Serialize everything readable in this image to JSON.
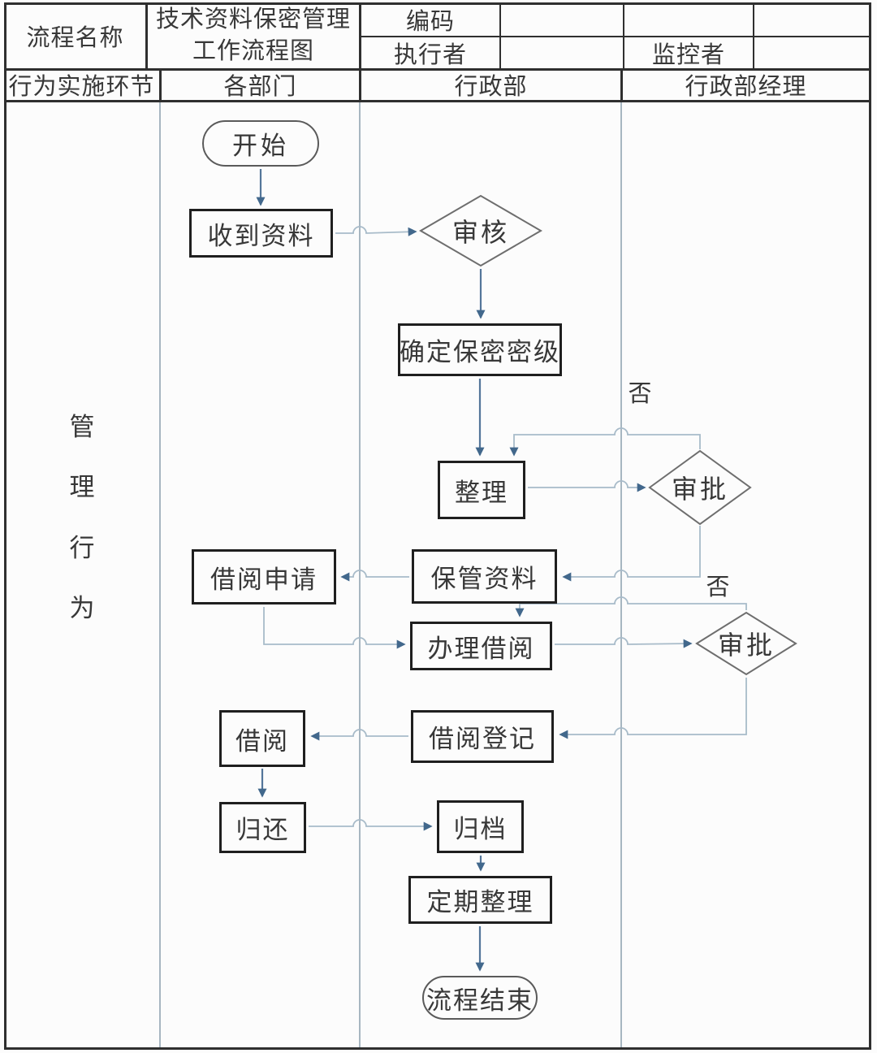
{
  "document_title": "技术资料保密管理工作流程图",
  "header": {
    "process_name_label": "流程名称",
    "process_title_line1": "技术资料保密管理",
    "process_title_line2": "工作流程图",
    "code_label": "编码",
    "code_value": "",
    "executor_label": "执行者",
    "executor_value": "",
    "monitor_label": "监控者",
    "monitor_value": ""
  },
  "columns": {
    "c0": "行为实施环节",
    "c1": "各部门",
    "c2": "行政部",
    "c3": "行政部经理"
  },
  "side_label": {
    "text": "管理行为",
    "chars": [
      "管",
      "理",
      "行",
      "为"
    ]
  },
  "nodes": {
    "start": {
      "type": "terminal",
      "label": "开始",
      "lane": "各部门"
    },
    "receive": {
      "type": "process",
      "label": "收到资料",
      "lane": "各部门"
    },
    "review": {
      "type": "decision",
      "label": "审核",
      "lane": "行政部"
    },
    "classify": {
      "type": "process",
      "label": "确定保密密级",
      "lane": "行政部"
    },
    "organize": {
      "type": "process",
      "label": "整理",
      "lane": "行政部"
    },
    "approve1": {
      "type": "decision",
      "label": "审批",
      "lane": "行政部经理"
    },
    "store": {
      "type": "process",
      "label": "保管资料",
      "lane": "行政部"
    },
    "borrow_request": {
      "type": "process",
      "label": "借阅申请",
      "lane": "各部门"
    },
    "handle_borrow": {
      "type": "process",
      "label": "办理借阅",
      "lane": "行政部"
    },
    "approve2": {
      "type": "decision",
      "label": "审批",
      "lane": "行政部经理"
    },
    "borrow_register": {
      "type": "process",
      "label": "借阅登记",
      "lane": "行政部"
    },
    "borrow": {
      "type": "process",
      "label": "借阅",
      "lane": "各部门"
    },
    "return": {
      "type": "process",
      "label": "归还",
      "lane": "各部门"
    },
    "archive": {
      "type": "process",
      "label": "归档",
      "lane": "行政部"
    },
    "periodic": {
      "type": "process",
      "label": "定期整理",
      "lane": "行政部"
    },
    "end": {
      "type": "terminal",
      "label": "流程结束",
      "lane": "行政部"
    }
  },
  "edge_labels": {
    "reject1": "否",
    "reject2": "否"
  },
  "edges": [
    {
      "from": "start",
      "to": "receive"
    },
    {
      "from": "receive",
      "to": "review"
    },
    {
      "from": "review",
      "to": "classify"
    },
    {
      "from": "classify",
      "to": "organize"
    },
    {
      "from": "organize",
      "to": "approve1"
    },
    {
      "from": "approve1",
      "to": "organize",
      "label": "否"
    },
    {
      "from": "approve1",
      "to": "store"
    },
    {
      "from": "store",
      "to": "borrow_request"
    },
    {
      "from": "borrow_request",
      "to": "handle_borrow"
    },
    {
      "from": "handle_borrow",
      "to": "approve2"
    },
    {
      "from": "approve2",
      "to": "handle_borrow",
      "label": "否"
    },
    {
      "from": "approve2",
      "to": "borrow_register"
    },
    {
      "from": "borrow_register",
      "to": "borrow"
    },
    {
      "from": "borrow",
      "to": "return"
    },
    {
      "from": "return",
      "to": "archive"
    },
    {
      "from": "archive",
      "to": "periodic"
    },
    {
      "from": "periodic",
      "to": "end"
    }
  ],
  "colors": {
    "box_border": "#1f1f1f",
    "diamond_border": "#6e6e6e",
    "table_border": "#2f2f2f",
    "lane_divider": "#a7b6c1",
    "arrow_dark": "#54769a",
    "arrow_light": "#a8bbc9",
    "arrowhead": "#42688c",
    "background": "#fcfcfc"
  }
}
